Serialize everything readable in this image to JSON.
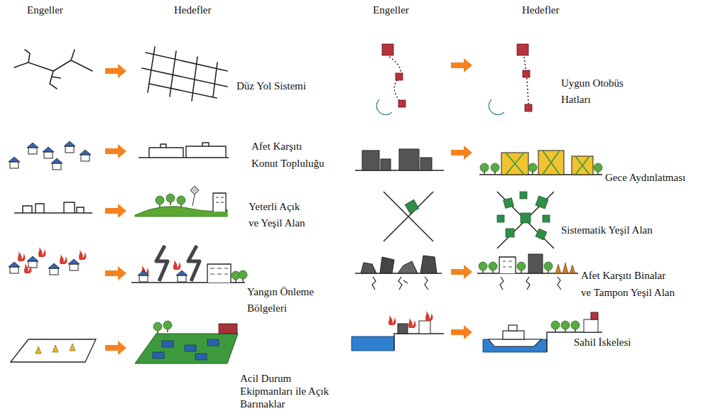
{
  "diagram": {
    "labels": [
      "Engeller",
      "Hedefler",
      "Engeller",
      "Hedefler",
      "Düz Yol Sistemi",
      "Afet Karşıtı Konut Topluluğu",
      "Yeterli Açık ve Yeşil Alan",
      "Yangın Önleme Bölgeleri",
      "Acil Durum Ekipmanları ile Açık Barınaklar",
      "Uygun Otobüs Hatları",
      "Gece Aydınlatması",
      "Sistematik Yeşil Alan",
      "Afet Karşıtı Binalar ve Tampon Yeşil Alan",
      "Sahil İskelesi"
    ]
  }
}
